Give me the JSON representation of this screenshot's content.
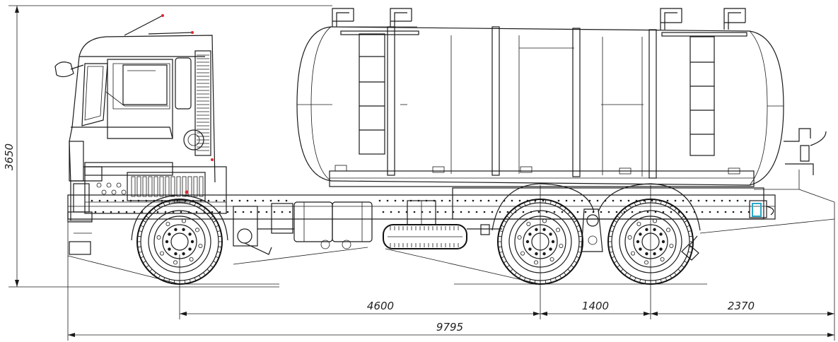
{
  "dimensions": {
    "height": "3650",
    "wheelbase_front": "4600",
    "wheelbase_tandem": "1400",
    "rear_overhang": "2370",
    "overall_length": "9795"
  },
  "colors": {
    "line": "#1a1a1a",
    "accent_red": "#e0262b",
    "accent_cyan": "#2aa8c8",
    "background": "#ffffff"
  }
}
